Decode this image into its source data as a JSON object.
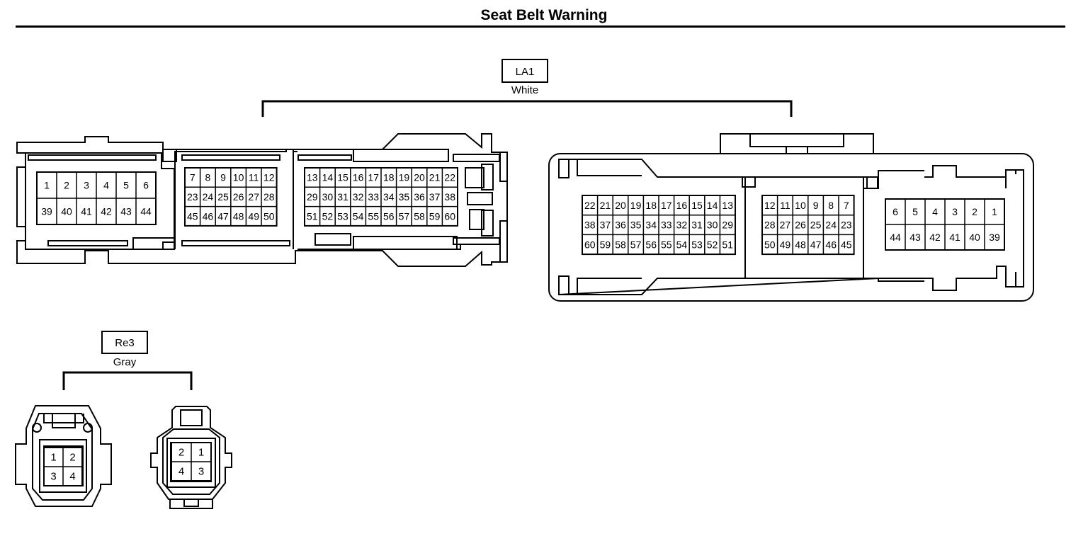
{
  "page": {
    "title": "Seat Belt Warning"
  },
  "connectors": {
    "la1": {
      "code": "LA1",
      "color": "White",
      "left_view": {
        "block_a": [
          [
            "1",
            "2",
            "3",
            "4",
            "5",
            "6"
          ],
          [
            "39",
            "40",
            "41",
            "42",
            "43",
            "44"
          ]
        ],
        "block_b": [
          [
            "7",
            "8",
            "9",
            "10",
            "11",
            "12"
          ],
          [
            "23",
            "24",
            "25",
            "26",
            "27",
            "28"
          ],
          [
            "45",
            "46",
            "47",
            "48",
            "49",
            "50"
          ]
        ],
        "block_c": [
          [
            "13",
            "14",
            "15",
            "16",
            "17",
            "18",
            "19",
            "20",
            "21",
            "22"
          ],
          [
            "29",
            "30",
            "31",
            "32",
            "33",
            "34",
            "35",
            "36",
            "37",
            "38"
          ],
          [
            "51",
            "52",
            "53",
            "54",
            "55",
            "56",
            "57",
            "58",
            "59",
            "60"
          ]
        ]
      },
      "right_view": {
        "block_a": [
          [
            "22",
            "21",
            "20",
            "19",
            "18",
            "17",
            "16",
            "15",
            "14",
            "13"
          ],
          [
            "38",
            "37",
            "36",
            "35",
            "34",
            "33",
            "32",
            "31",
            "30",
            "29"
          ],
          [
            "60",
            "59",
            "58",
            "57",
            "56",
            "55",
            "54",
            "53",
            "52",
            "51"
          ]
        ],
        "block_b": [
          [
            "12",
            "11",
            "10",
            "9",
            "8",
            "7"
          ],
          [
            "28",
            "27",
            "26",
            "25",
            "24",
            "23"
          ],
          [
            "50",
            "49",
            "48",
            "47",
            "46",
            "45"
          ]
        ],
        "block_c": [
          [
            "6",
            "5",
            "4",
            "3",
            "2",
            "1"
          ],
          [
            "44",
            "43",
            "42",
            "41",
            "40",
            "39"
          ]
        ]
      }
    },
    "re3": {
      "code": "Re3",
      "color": "Gray",
      "left_view": [
        [
          "1",
          "2"
        ],
        [
          "3",
          "4"
        ]
      ],
      "right_view": [
        [
          "2",
          "1"
        ],
        [
          "4",
          "3"
        ]
      ]
    }
  }
}
